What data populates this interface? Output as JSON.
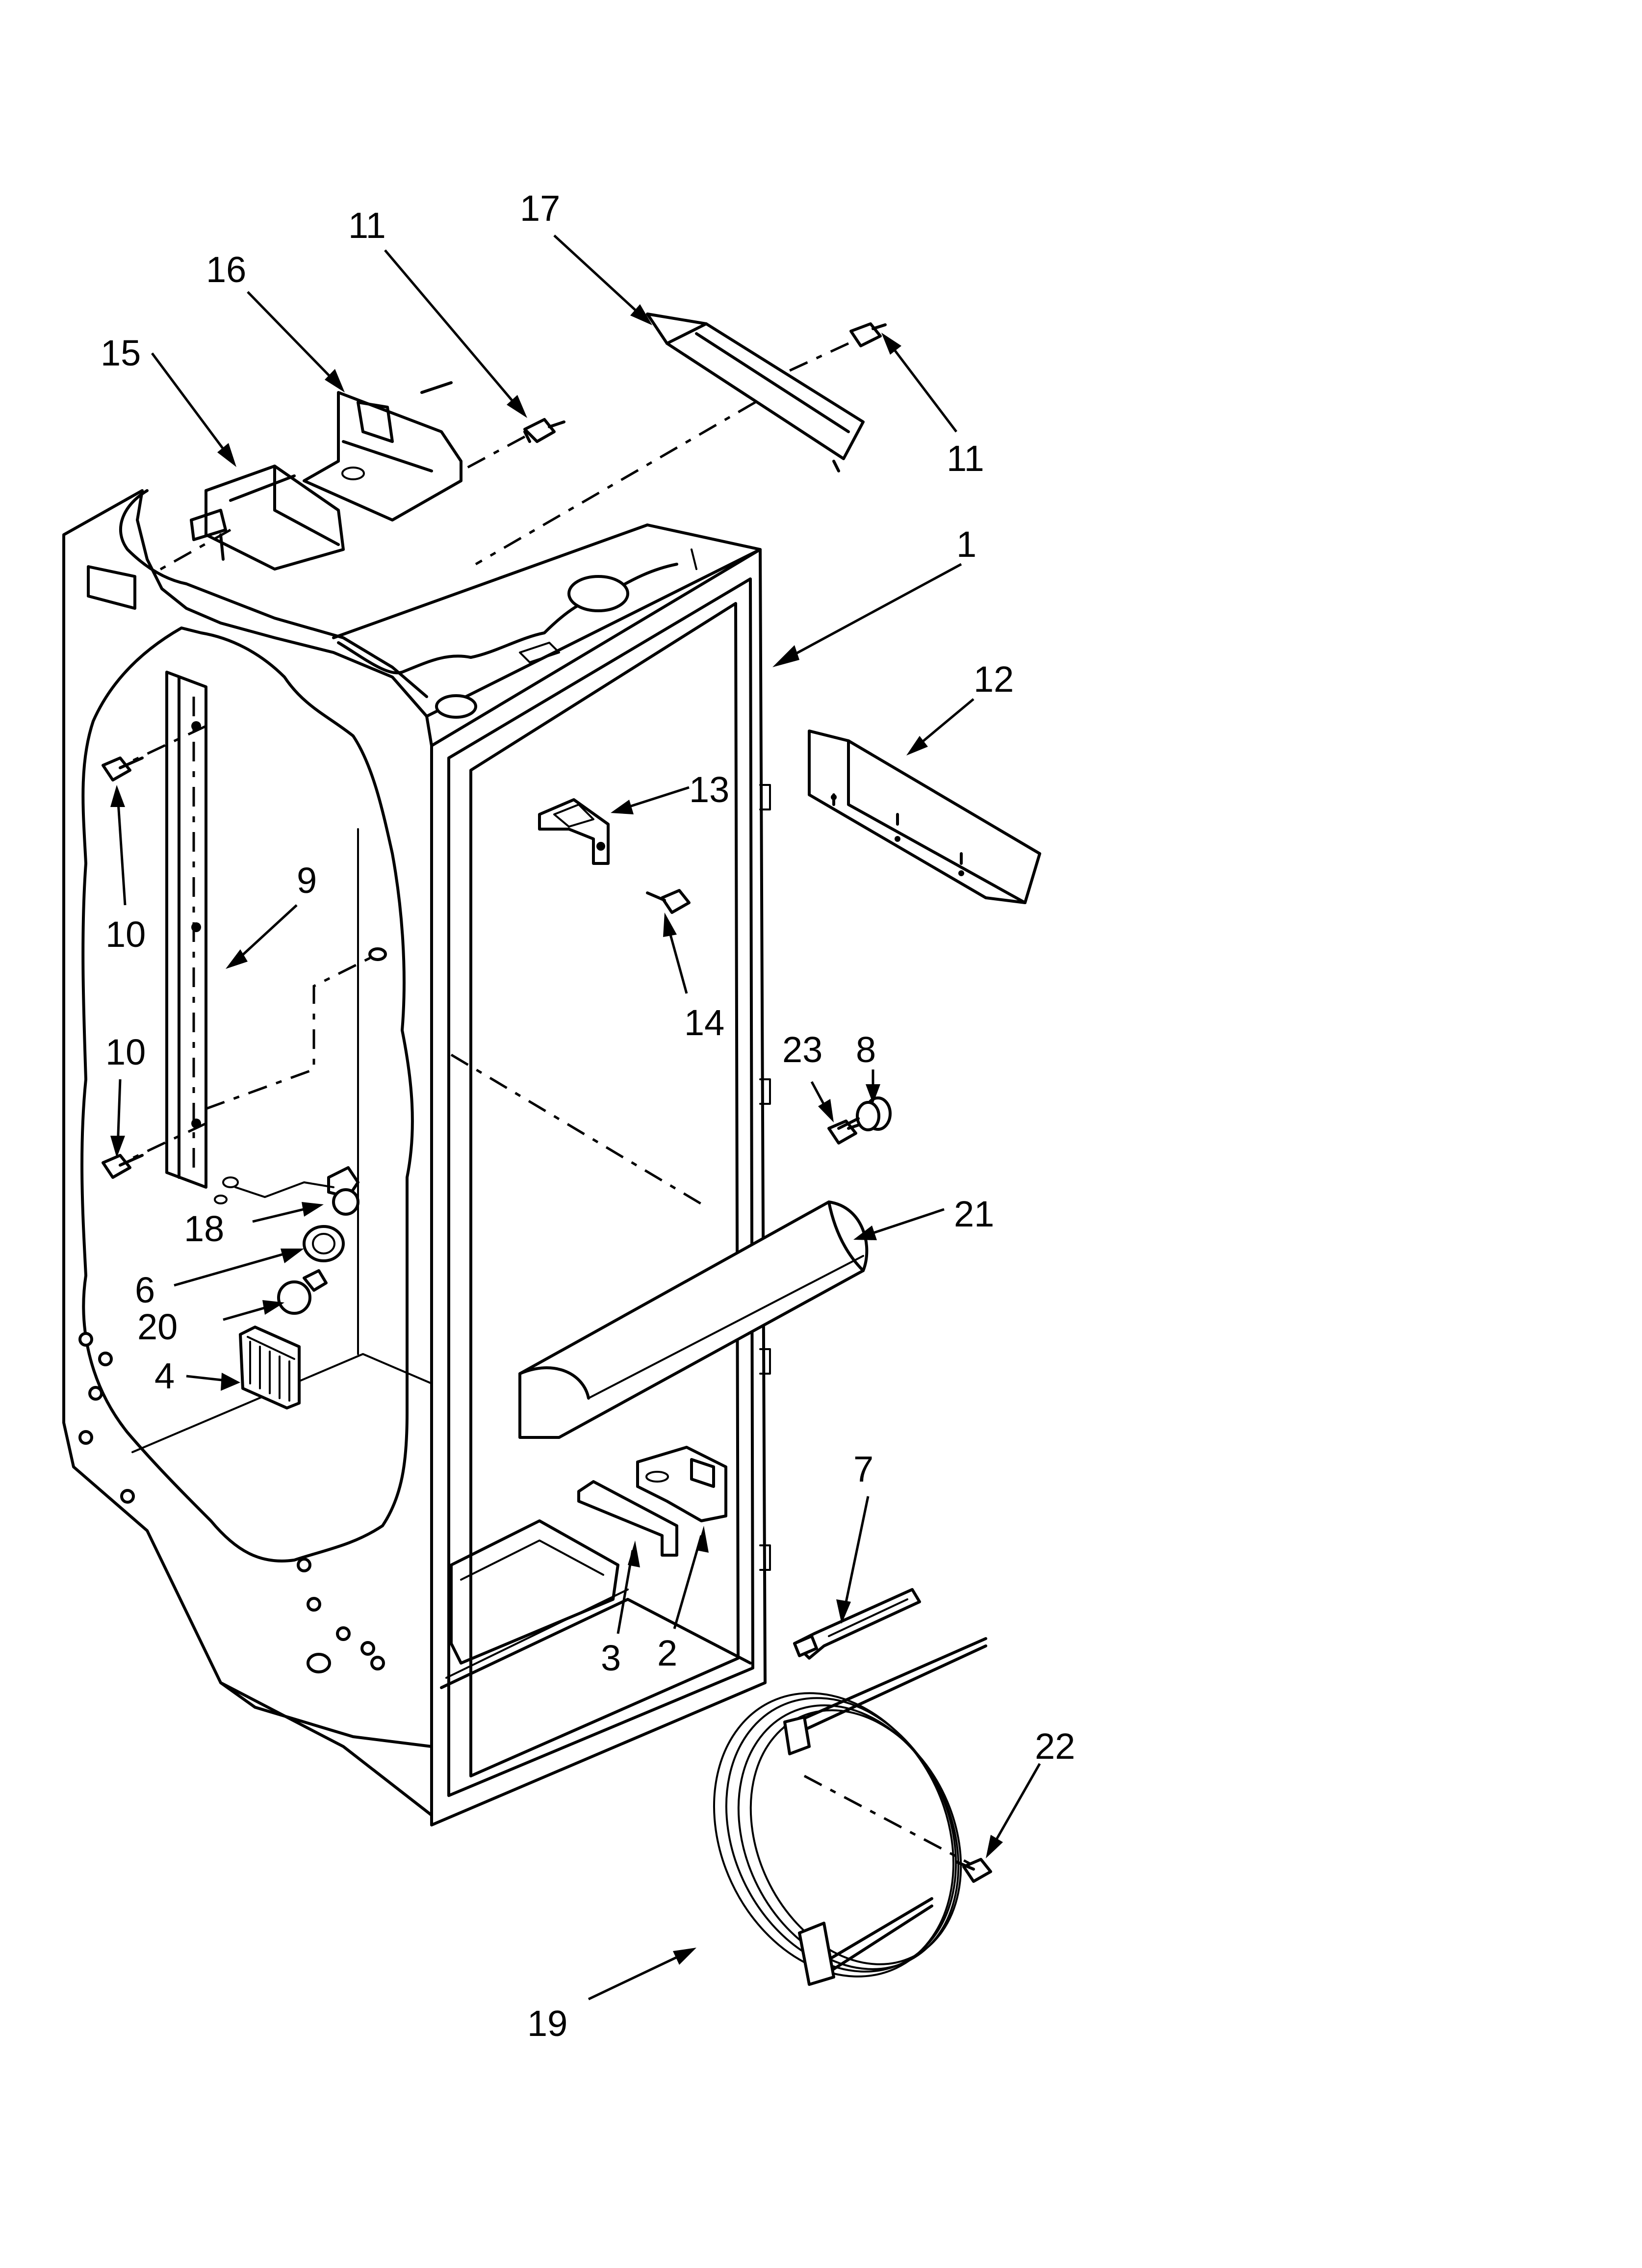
{
  "diagram": {
    "parts": [
      {
        "id": "part-1",
        "label": "1"
      },
      {
        "id": "part-2",
        "label": "2"
      },
      {
        "id": "part-3",
        "label": "3"
      },
      {
        "id": "part-4",
        "label": "4"
      },
      {
        "id": "part-6",
        "label": "6"
      },
      {
        "id": "part-7",
        "label": "7"
      },
      {
        "id": "part-8",
        "label": "8"
      },
      {
        "id": "part-9",
        "label": "9"
      },
      {
        "id": "part-10a",
        "label": "10"
      },
      {
        "id": "part-10b",
        "label": "10"
      },
      {
        "id": "part-11a",
        "label": "11"
      },
      {
        "id": "part-11b",
        "label": "11"
      },
      {
        "id": "part-12",
        "label": "12"
      },
      {
        "id": "part-13",
        "label": "13"
      },
      {
        "id": "part-14",
        "label": "14"
      },
      {
        "id": "part-15",
        "label": "15"
      },
      {
        "id": "part-16",
        "label": "16"
      },
      {
        "id": "part-17",
        "label": "17"
      },
      {
        "id": "part-18",
        "label": "18"
      },
      {
        "id": "part-19",
        "label": "19"
      },
      {
        "id": "part-20",
        "label": "20"
      },
      {
        "id": "part-21",
        "label": "21"
      },
      {
        "id": "part-22",
        "label": "22"
      },
      {
        "id": "part-23",
        "label": "23"
      }
    ]
  }
}
